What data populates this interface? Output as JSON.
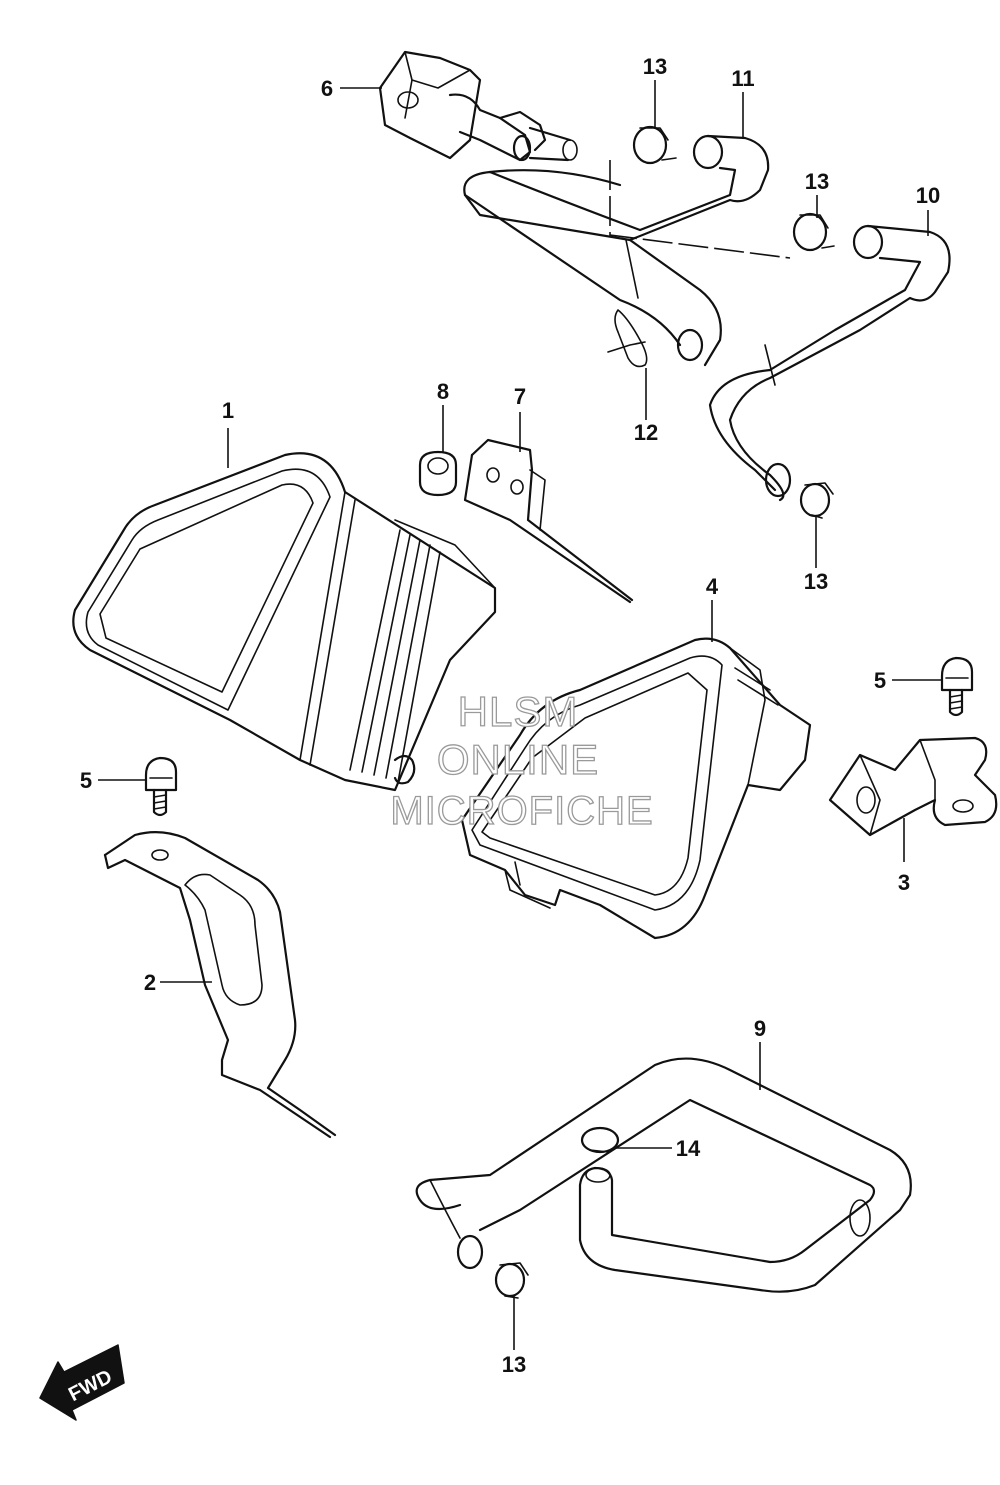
{
  "callouts": {
    "c1": "1",
    "c2": "2",
    "c3": "3",
    "c4": "4",
    "c5a": "5",
    "c5b": "5",
    "c6": "6",
    "c7": "7",
    "c8": "8",
    "c9": "9",
    "c10": "10",
    "c11": "11",
    "c12": "12",
    "c13a": "13",
    "c13b": "13",
    "c13c": "13",
    "c13d": "13",
    "c14": "14"
  },
  "watermark": {
    "line1": "HLSM",
    "line2": "ONLINE",
    "line3": "MICROFICHE"
  },
  "direction_indicator": {
    "label": "FWD",
    "icon": "forward-arrow-icon"
  }
}
